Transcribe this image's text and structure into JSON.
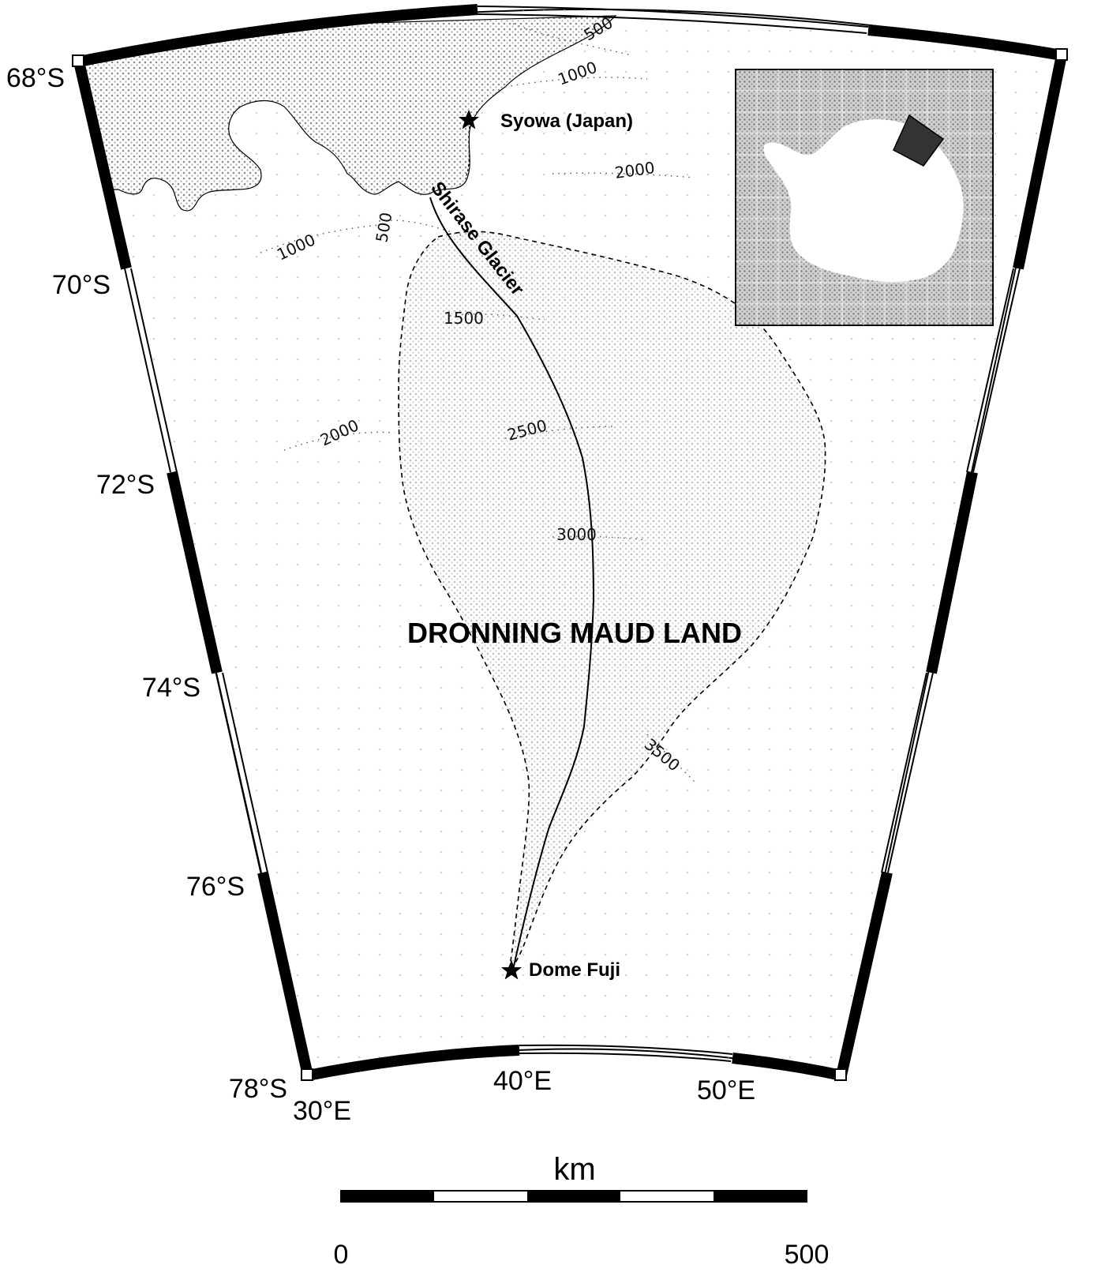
{
  "latitude_labels": [
    "68°S",
    "70°S",
    "72°S",
    "74°S",
    "76°S",
    "78°S"
  ],
  "longitude_labels": [
    "30°E",
    "40°E",
    "50°E"
  ],
  "places": {
    "syowa": "Syowa (Japan)",
    "dome_fuji": "Dome Fuji",
    "glacier": "Shirase Glacier",
    "region": "DRONNING MAUD LAND"
  },
  "contours": {
    "c500_top": "500",
    "c1000_top": "1000",
    "c2000_ne": "2000",
    "c500_left": "500",
    "c1000_left": "1000",
    "c1500": "1500",
    "c2000_w": "2000",
    "c2500": "2500",
    "c3000": "3000",
    "c3500": "3500"
  },
  "scale_bar": {
    "unit": "km",
    "start": "0",
    "end": "500"
  },
  "colors": {
    "ink": "#000000",
    "stipple": "#9a9a9a",
    "paper": "#ffffff"
  },
  "icons": {
    "station_marker": "star-icon"
  }
}
